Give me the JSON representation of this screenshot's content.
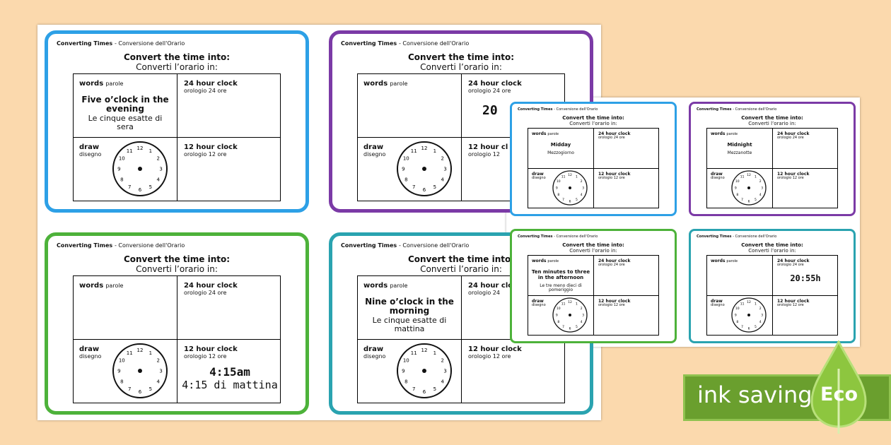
{
  "big_cards": [
    {
      "color": "#2da0e6",
      "title_en": "Converting Times",
      "title_sep": "- Conversione dell'Orario",
      "head_en": "Convert the time into:",
      "head_it": "Converti l’orario in:",
      "words_label": "words",
      "words_label_it": "parole",
      "h24_label": "24 hour clock",
      "h24_label_it": "orologio 24 ore",
      "draw_label": "draw",
      "draw_label_it": "disegno",
      "h12_label": "12 hour clock",
      "h12_label_it": "orologio 12 ore",
      "words_en": "Five o’clock in the evening",
      "words_it": "Le cinque esatte di sera",
      "h24_answer": "",
      "h12_answer": "",
      "h12_answer_it": ""
    },
    {
      "color": "#7b3aa6",
      "title_en": "Converting Times",
      "title_sep": "- Conversione dell'Orario",
      "head_en": "Convert the time into:",
      "head_it": "Converti l’orario in:",
      "words_label": "words",
      "words_label_it": "parole",
      "h24_label": "24 hour clock",
      "h24_label_it": "orologio 24 ore",
      "draw_label": "draw",
      "draw_label_it": "disegno",
      "h12_label": "12 hour cl",
      "h12_label_it": "orologio 12",
      "words_en": "",
      "words_it": "",
      "h24_answer": "20",
      "h12_answer": "",
      "h12_answer_it": ""
    },
    {
      "color": "#4db23a",
      "title_en": "Converting Times",
      "title_sep": "- Conversione dell'Orario",
      "head_en": "Convert the time into:",
      "head_it": "Converti l’orario in:",
      "words_label": "words",
      "words_label_it": "parole",
      "h24_label": "24 hour clock",
      "h24_label_it": "orologio 24 ore",
      "draw_label": "draw",
      "draw_label_it": "disegno",
      "h12_label": "12 hour clock",
      "h12_label_it": "orologio 12 ore",
      "words_en": "",
      "words_it": "",
      "h24_answer": "",
      "h12_answer": "4:15am",
      "h12_answer_it": "4:15 di mattina"
    },
    {
      "color": "#2aa3b0",
      "title_en": "Converting Times",
      "title_sep": "- Conversione dell'Orario",
      "head_en": "Convert the time into:",
      "head_it": "Converti l’orario in:",
      "words_label": "words",
      "words_label_it": "parole",
      "h24_label": "24 hour clo",
      "h24_label_it": "orologio 24",
      "draw_label": "draw",
      "draw_label_it": "disegno",
      "h12_label": "12 hour clock",
      "h12_label_it": "orologio 12 ore",
      "words_en": "Nine o’clock in the morning",
      "words_it": "Le cinque esatte di mattina",
      "h24_answer": "",
      "h12_answer": "",
      "h12_answer_it": ""
    }
  ],
  "small_cards": [
    {
      "color": "#2da0e6",
      "title_en": "Converting Times",
      "title_sep": "- Conversione dell'Orario",
      "head_en": "Convert the time into:",
      "head_it": "Converti l’orario in:",
      "words_label": "words",
      "words_label_it": "parole",
      "h24_label": "24 hour clock",
      "h24_label_it": "orologio 24 ore",
      "draw_label": "draw",
      "draw_label_it": "disegno",
      "h12_label": "12 hour clock",
      "h12_label_it": "orologio 12 ore",
      "words_en": "Midday",
      "words_it": "Mezzogiorno",
      "h24_answer": ""
    },
    {
      "color": "#7b3aa6",
      "title_en": "Converting Times",
      "title_sep": "- Conversione dell'Orario",
      "head_en": "Convert the time into:",
      "head_it": "Converti l’orario in:",
      "words_label": "words",
      "words_label_it": "parole",
      "h24_label": "24 hour clock",
      "h24_label_it": "orologio 24 ore",
      "draw_label": "draw",
      "draw_label_it": "disegno",
      "h12_label": "12 hour clock",
      "h12_label_it": "orologio 12 ore",
      "words_en": "Midnight",
      "words_it": "Mezzanotte",
      "h24_answer": ""
    },
    {
      "color": "#4db23a",
      "title_en": "Converting Times",
      "title_sep": "- Conversione dell'Orario",
      "head_en": "Convert the time into:",
      "head_it": "Converti l’orario in:",
      "words_label": "words",
      "words_label_it": "parole",
      "h24_label": "24 hour clock",
      "h24_label_it": "orologio 24 ore",
      "draw_label": "draw",
      "draw_label_it": "disegno",
      "h12_label": "12 hour clock",
      "h12_label_it": "orologio 12 ore",
      "words_en": "Ten minutes to three in the afternoon",
      "words_it": "Le tre meno dieci di pomeriggio",
      "h24_answer": ""
    },
    {
      "color": "#2aa3b0",
      "title_en": "Converting Times",
      "title_sep": "- Conversione dell'Orario",
      "head_en": "Convert the time into:",
      "head_it": "Converti l’orario in:",
      "words_label": "words",
      "words_label_it": "parole",
      "h24_label": "24 hour clock",
      "h24_label_it": "orologio 24 ore",
      "draw_label": "draw",
      "draw_label_it": "disegno",
      "h12_label": "12 hour clock",
      "h12_label_it": "orologio 12 ore",
      "words_en": "",
      "words_it": "",
      "h24_answer": "20:55h"
    }
  ],
  "clock_numbers": [
    "12",
    "1",
    "2",
    "3",
    "4",
    "5",
    "6",
    "7",
    "8",
    "9",
    "10",
    "11"
  ],
  "badge": {
    "text": "ink saving",
    "leaf_text": "Eco",
    "color": "#6a9f2e"
  }
}
